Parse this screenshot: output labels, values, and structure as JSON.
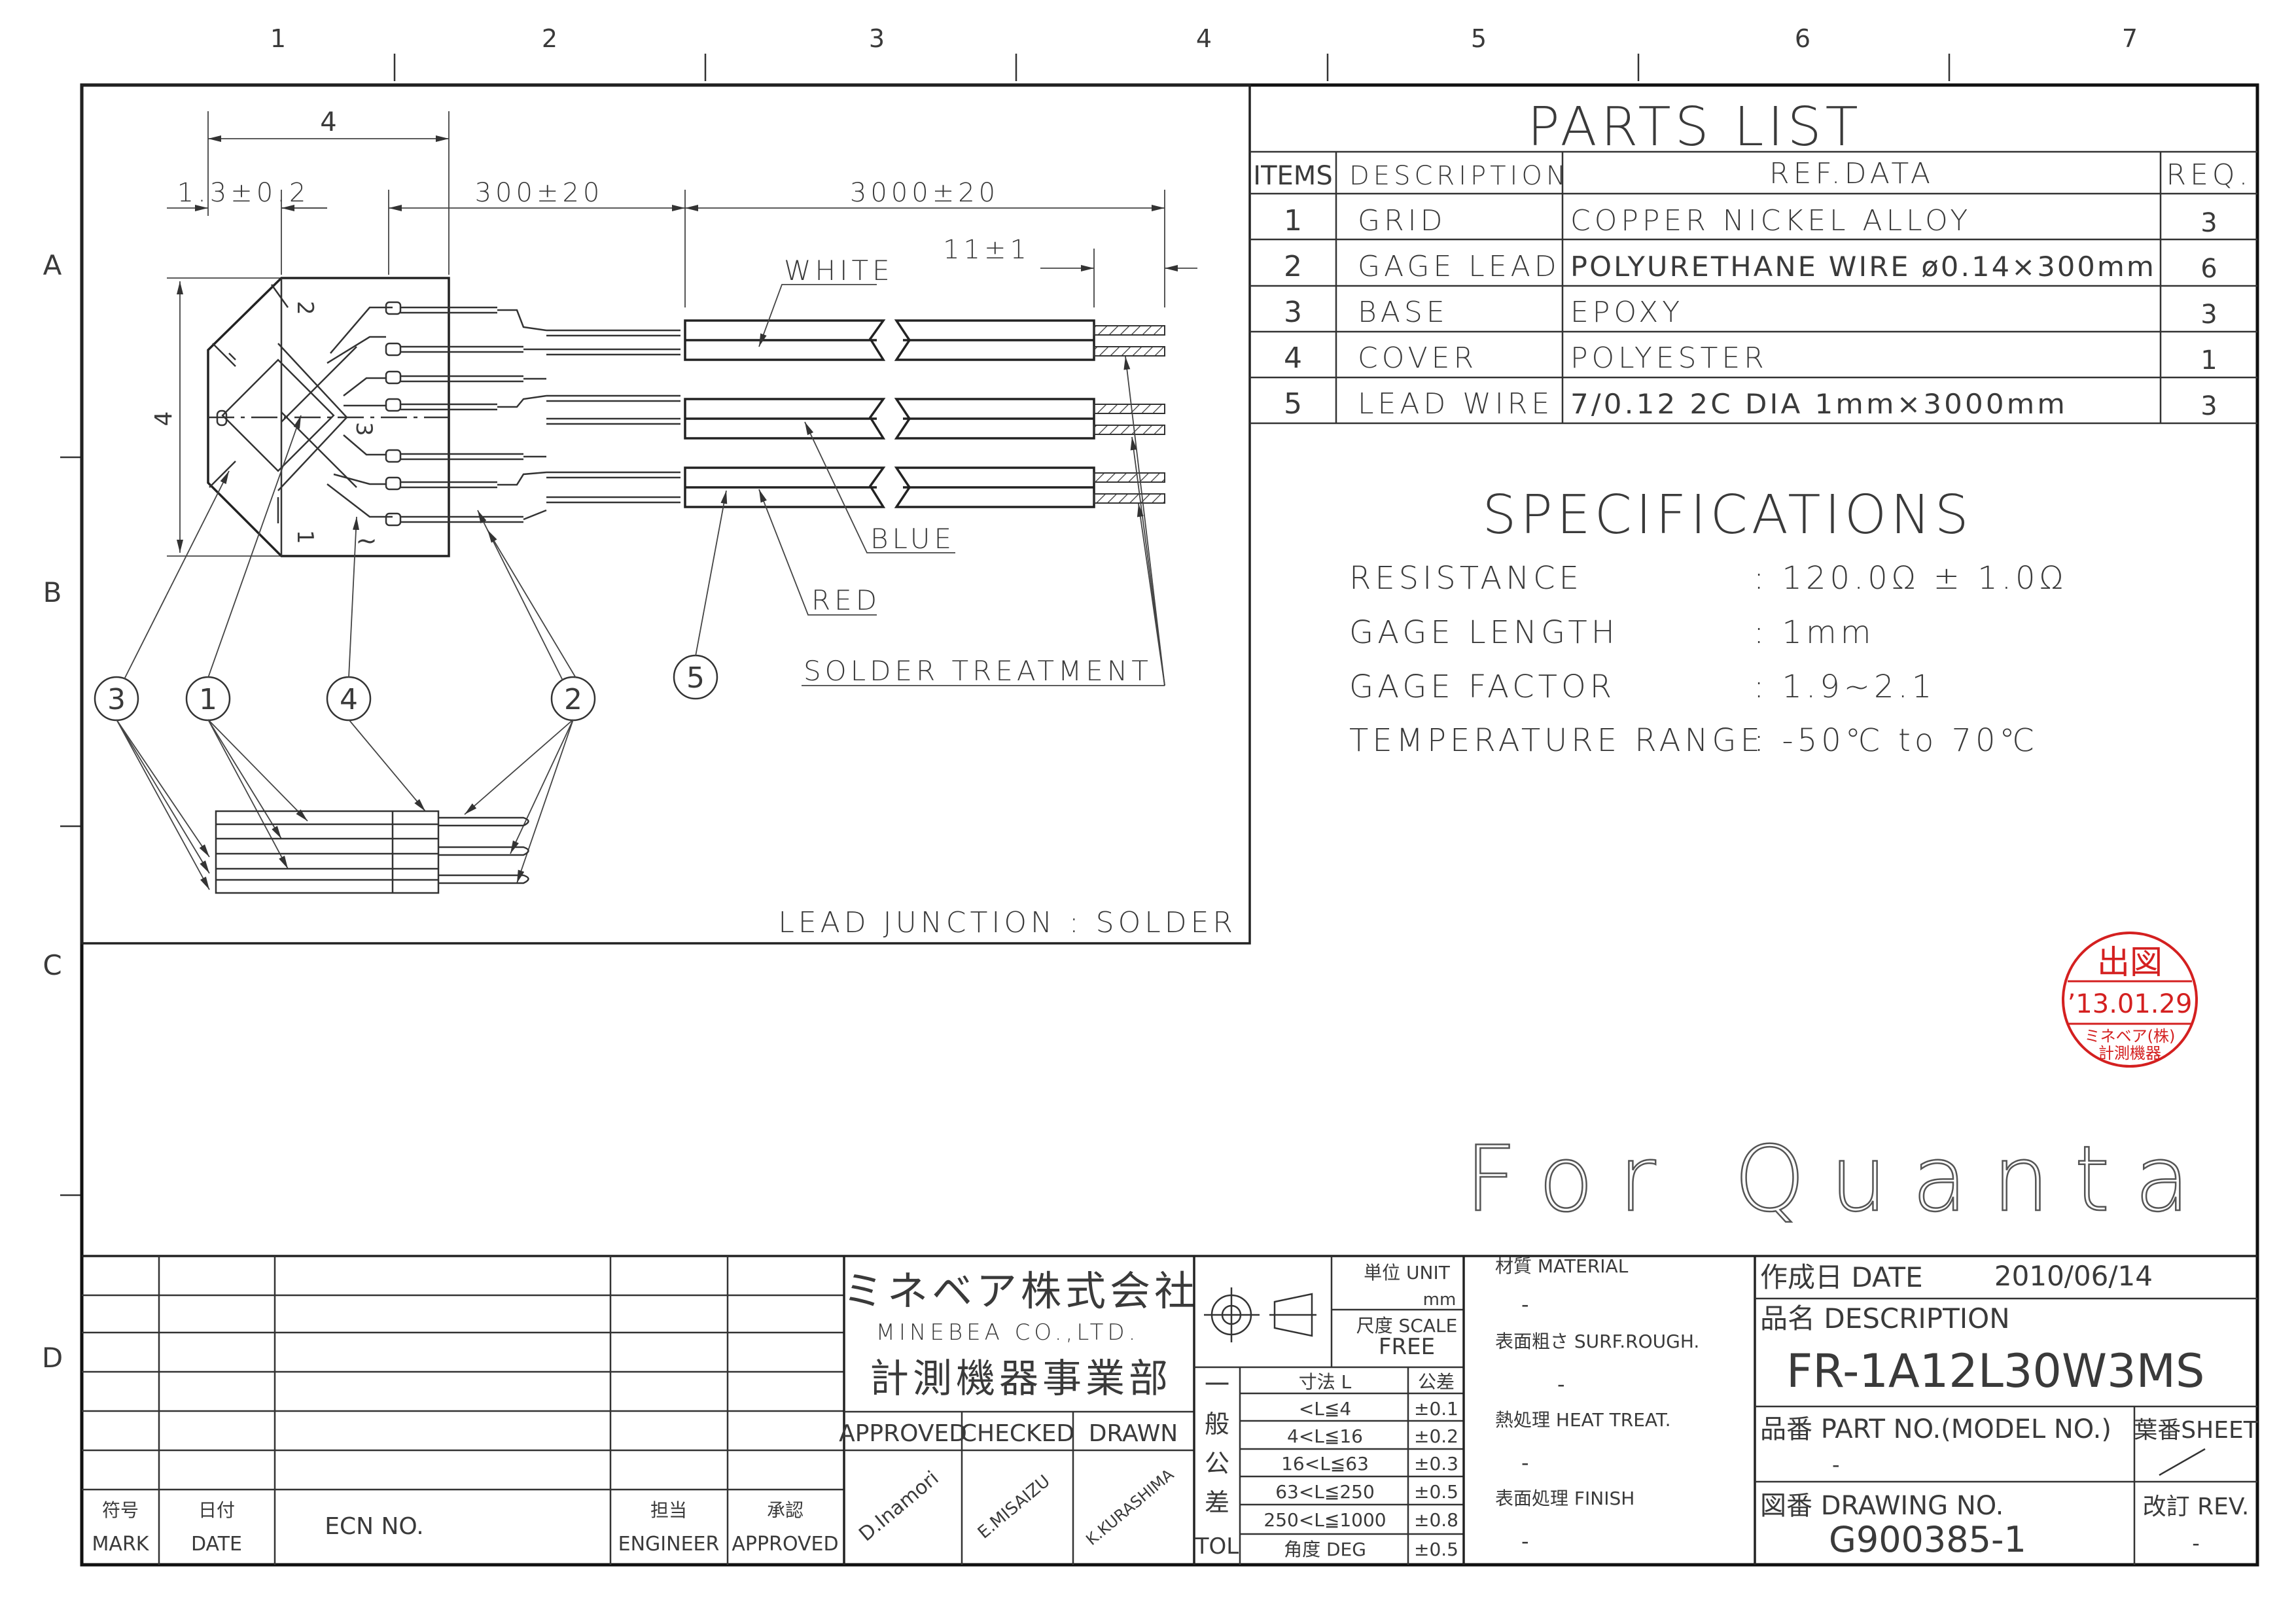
{
  "zones": {
    "columns": [
      "1",
      "2",
      "3",
      "4",
      "5",
      "6",
      "7"
    ],
    "rows": [
      "A",
      "B",
      "C",
      "D"
    ]
  },
  "drawing": {
    "dim_overall": "4",
    "dim_grid": "1.3±0.2",
    "dim_gage_lead": "300±20",
    "dim_lead_wire": "3000±20",
    "dim_strip": "11±1",
    "dim_height": "4",
    "wire_white": "WHITE",
    "wire_blue": "BLUE",
    "wire_red": "RED",
    "solder_treatment": "SOLDER TREATMENT",
    "grid_num_1": "1",
    "grid_num_2": "2",
    "grid_num_3": "3",
    "tilde": "~",
    "balloons": [
      "3",
      "1",
      "4",
      "2",
      "5"
    ],
    "lead_junction": "LEAD JUNCTION : SOLDER"
  },
  "parts_list": {
    "title": "PARTS LIST",
    "headers": {
      "items": "ITEMS",
      "description": "DESCRIPTION",
      "ref": "REF.DATA",
      "req": "REQ."
    },
    "rows": [
      {
        "item": "1",
        "description": "GRID",
        "ref": "COPPER NICKEL ALLOY",
        "req": "3"
      },
      {
        "item": "2",
        "description": "GAGE LEAD",
        "ref": "POLYURETHANE WIRE ø0.14×300mm",
        "req": "6"
      },
      {
        "item": "3",
        "description": "BASE",
        "ref": "EPOXY",
        "req": "3"
      },
      {
        "item": "4",
        "description": "COVER",
        "ref": "POLYESTER",
        "req": "1"
      },
      {
        "item": "5",
        "description": "LEAD WIRE",
        "ref": "7/0.12 2C DIA 1mm×3000mm",
        "req": "3"
      }
    ]
  },
  "specifications": {
    "title": "SPECIFICATIONS",
    "rows": [
      {
        "label": "RESISTANCE",
        "value": ": 120.0Ω ± 1.0Ω"
      },
      {
        "label": "GAGE LENGTH",
        "value": ": 1mm"
      },
      {
        "label": "GAGE FACTOR",
        "value": ": 1.9~2.1"
      },
      {
        "label": "TEMPERATURE RANGE",
        "value": ": -50℃ to 70℃"
      }
    ]
  },
  "stamp": {
    "top": "出図",
    "date": "’13.01.29",
    "line1": "ミネベア(株)",
    "line2": "計測機器",
    "color": "#d42020"
  },
  "watermark": "For Quanta",
  "title_block": {
    "company_jp": "ミネベア株式会社",
    "company_en": "MINEBEA CO.,LTD.",
    "division": "計測機器事業部",
    "approved": "APPROVED",
    "checked": "CHECKED",
    "drawn": "DRAWN",
    "sig_approved": "D.Inamori",
    "sig_checked": "E.MISAIZU",
    "sig_drawn": "K.KURASHIMA",
    "mark_jp": "符号",
    "mark": "MARK",
    "date_jp": "日付",
    "date": "DATE",
    "ecn": "ECN NO.",
    "engineer_jp": "担当",
    "engineer": "ENGINEER",
    "approved_jp": "承認",
    "approved2": "APPROVED",
    "unit_label": "単位 UNIT",
    "unit_value": "mm",
    "scale_label": "尺度 SCALE",
    "scale_value": "FREE",
    "tol_vertical": [
      "一",
      "般",
      "公",
      "差",
      "TOL"
    ],
    "tol_header_dim": "寸法 L",
    "tol_header_tol": "公差",
    "tol_rows": [
      {
        "range": "<L≦4",
        "tol": "±0.1"
      },
      {
        "range": "4<L≦16",
        "tol": "±0.2"
      },
      {
        "range": "16<L≦63",
        "tol": "±0.3"
      },
      {
        "range": "63<L≦250",
        "tol": "±0.5"
      },
      {
        "range": "250<L≦1000",
        "tol": "±0.8"
      },
      {
        "range": "角度 DEG",
        "tol": "±0.5"
      }
    ],
    "material_label": "材質 MATERIAL",
    "material": "-",
    "surf_label": "表面粗さ SURF.ROUGH.",
    "surf": "-",
    "heat_label": "熱処理 HEAT TREAT.",
    "heat": "-",
    "finish_label": "表面処理 FINISH",
    "finish": "-",
    "date_label": "作成日 DATE",
    "date_value": "2010/06/14",
    "desc_label": "品名 DESCRIPTION",
    "desc_value": "FR-1A12L30W3MS",
    "partno_label": "品番 PART NO.(MODEL NO.)",
    "partno_value": "-",
    "sheet_label": "葉番SHEET",
    "drawingno_label": "図番 DRAWING NO.",
    "drawingno_value": "G900385-1",
    "rev_label": "改訂 REV.",
    "rev_value": "-"
  }
}
